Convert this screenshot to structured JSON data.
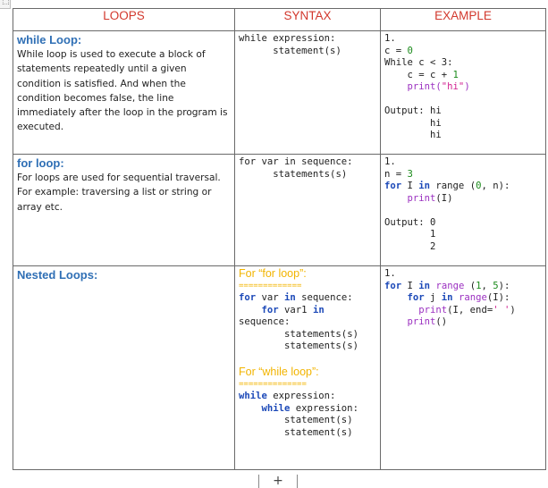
{
  "headers": {
    "loops": "LOOPS",
    "syntax": "SYNTAX",
    "example": "EXAMPLE"
  },
  "while_row": {
    "title": "while Loop:",
    "description": "While loop is used to execute a block of statements repeatedly until a given condition is satisfied. And when the condition becomes false, the line immediately after the loop in the program is executed.",
    "syntax_line1": "while expression:",
    "syntax_line2": "statement(s)",
    "ex_num": "1.",
    "ex_line1": "c = 0",
    "ex_line2_kw": "While",
    "ex_line2_rest": " c < 3:",
    "ex_line3": "c = c + 1",
    "ex_line4": "print(\"hi\")",
    "output_label": "Output: hi",
    "output_2": "hi",
    "output_3": "hi"
  },
  "for_row": {
    "title": "for loop:",
    "description": "For loops are used for sequential traversal. For example: traversing a list or string or array etc.",
    "syntax_line1": "for var in sequence:",
    "syntax_line2": "statements(s)",
    "ex_num": "1.",
    "ex_line1": "n = 3",
    "ex_line2": "for I in range (0, n):",
    "ex_line3": "print(I)",
    "output_label": "Output: 0",
    "output_2": "1",
    "output_3": "2"
  },
  "nested_row": {
    "title": "Nested Loops:",
    "syntax_for_heading": "For “for loop”:",
    "syntax_rule1": "=============",
    "syntax_for_line1": "for var in sequence:",
    "syntax_for_line2": "for var1 in",
    "syntax_for_line3": "sequence:",
    "syntax_for_line4": "statements(s)",
    "syntax_for_line5": "statements(s)",
    "syntax_while_heading": "For “while loop”:",
    "syntax_rule2": "==============",
    "syntax_while_line1": "while expression:",
    "syntax_while_line2": "while expression:",
    "syntax_while_line3": "statement(s)",
    "syntax_while_line4": "statement(s)",
    "ex_num": "1.",
    "ex_line1": "for I in range (1, 5):",
    "ex_line2": "for j in range(I):",
    "ex_line3": "print(I, end=' ')",
    "ex_line4": "print()"
  },
  "add_row_symbol": "+"
}
